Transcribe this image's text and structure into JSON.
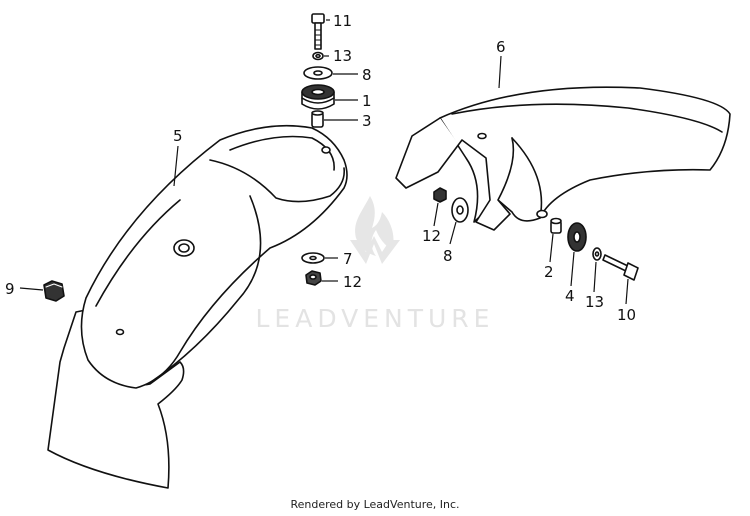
{
  "diagram": {
    "callouts": {
      "c11": "11",
      "c13a": "13",
      "c8a": "8",
      "c1": "1",
      "c3": "3",
      "c5": "5",
      "c6": "6",
      "c7": "7",
      "c12a": "12",
      "c9": "9",
      "c12b": "12",
      "c8b": "8",
      "c2": "2",
      "c4": "4",
      "c13b": "13",
      "c10": "10"
    },
    "watermark": "LEADVENTURE"
  },
  "footer": {
    "credit": "Rendered by LeadVenture, Inc."
  },
  "colors": {
    "line": "#111111",
    "watermark": "#e3e3e3",
    "background": "#ffffff"
  }
}
